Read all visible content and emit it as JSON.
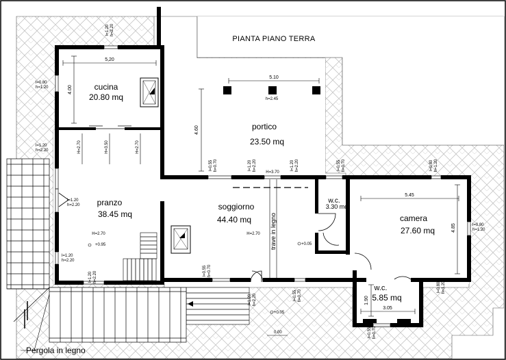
{
  "title": "PIANTA PIANO TERRA",
  "rooms": [
    {
      "id": "cucina",
      "name": "cucina",
      "area": "20.80 mq"
    },
    {
      "id": "portico",
      "name": "portico",
      "area": "23.50 mq"
    },
    {
      "id": "pranzo",
      "name": "pranzo",
      "area": "38.45 mq"
    },
    {
      "id": "soggiorno",
      "name": "soggiorno",
      "area": "44.40 mq"
    },
    {
      "id": "wc1",
      "name": "w.c.",
      "area": "3.30 mq"
    },
    {
      "id": "camera",
      "name": "camera",
      "area": "27.60 mq"
    },
    {
      "id": "wc2",
      "name": "w.c.",
      "area": "5.85 mq"
    }
  ],
  "dimensions": {
    "cucina_width": "5,20",
    "cucina_depth": "4.00",
    "portico_width": "5.10",
    "portico_depth": "4.60",
    "camera_width": "5.45",
    "camera_depth": "4.85",
    "wc2_width": "3.05",
    "wc2_depth": "1.90"
  },
  "heights": {
    "pranzo_side_left": "H=2.70",
    "pranzo_mid": "H=3.50",
    "pranzo_side_right": "H=2.70",
    "pranzo": "H=2.70",
    "soggiorno": "H=2.70",
    "soggiorno_beam": "H=3.70",
    "portico_pillar": "h=2.45"
  },
  "levels": {
    "pranzo": "+0.95",
    "soggiorno": "+0.05",
    "outside": "+0.05",
    "ground": "0.00"
  },
  "openings": {
    "top_cucina": [
      "l=1.20",
      "h=2.20"
    ],
    "cucina_left": [
      "l=0.80",
      "h=1.20"
    ],
    "pranzo_left_upper": [
      "l=1.20",
      "h=2.20"
    ],
    "pranzo_left_door": [
      "l=1.20",
      "h=2.20"
    ],
    "pranzo_left_lower": [
      "l=1.20",
      "h=2.20"
    ],
    "pranzo_bottom": [
      "l=1.20",
      "h=2.20"
    ],
    "sogg_top_1": [
      "l=0.55",
      "h=0.70"
    ],
    "sogg_top_2": [
      "l=1.20",
      "h=2.20"
    ],
    "sogg_top_3": [
      "l=1.20",
      "h=2.20"
    ],
    "sogg_top_wc": [
      "l=0.55",
      "h=0.70"
    ],
    "sogg_bottom_1": [
      "l=0.55",
      "h=0.70"
    ],
    "sogg_bottom_door": [
      "l=1.20",
      "h=2.20"
    ],
    "sogg_bottom_2": [
      "l=0.55",
      "h=0.70"
    ],
    "camera_top": [
      "l=0.80",
      "h=1.20"
    ],
    "camera_right": [
      "l=0.80",
      "h=1.20"
    ],
    "camera_bottom": [
      "l=0.80",
      "h=1.20"
    ],
    "wc2_bottom": [
      "l=0.55",
      "h=0.70"
    ]
  },
  "beam_label": "trave in legno",
  "pergola_label": "Pergola in legno"
}
